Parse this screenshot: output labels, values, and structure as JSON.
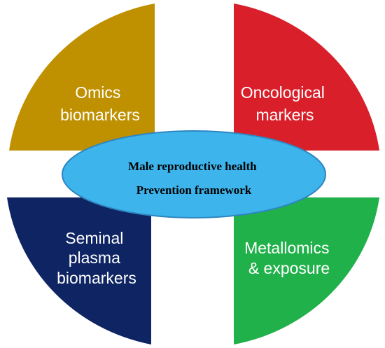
{
  "center": {
    "line1": "Male reproductive health",
    "line2": "Prevention framework"
  },
  "quadrants": {
    "top_left": {
      "lines": [
        "Omics",
        "biomarkers"
      ],
      "color": "#BF9000"
    },
    "top_right": {
      "lines": [
        "Oncological",
        "markers"
      ],
      "color": "#D9202A"
    },
    "bottom_left": {
      "lines": [
        "Seminal",
        "plasma",
        "biomarkers"
      ],
      "color": "#0E2463"
    },
    "bottom_right": {
      "lines": [
        "Metallomics",
        "& exposure"
      ],
      "color": "#21B14A"
    }
  },
  "colors": {
    "center_fill": "#3DB4EC",
    "center_stroke": "#2E86C1",
    "background": "#FFFFFF"
  }
}
